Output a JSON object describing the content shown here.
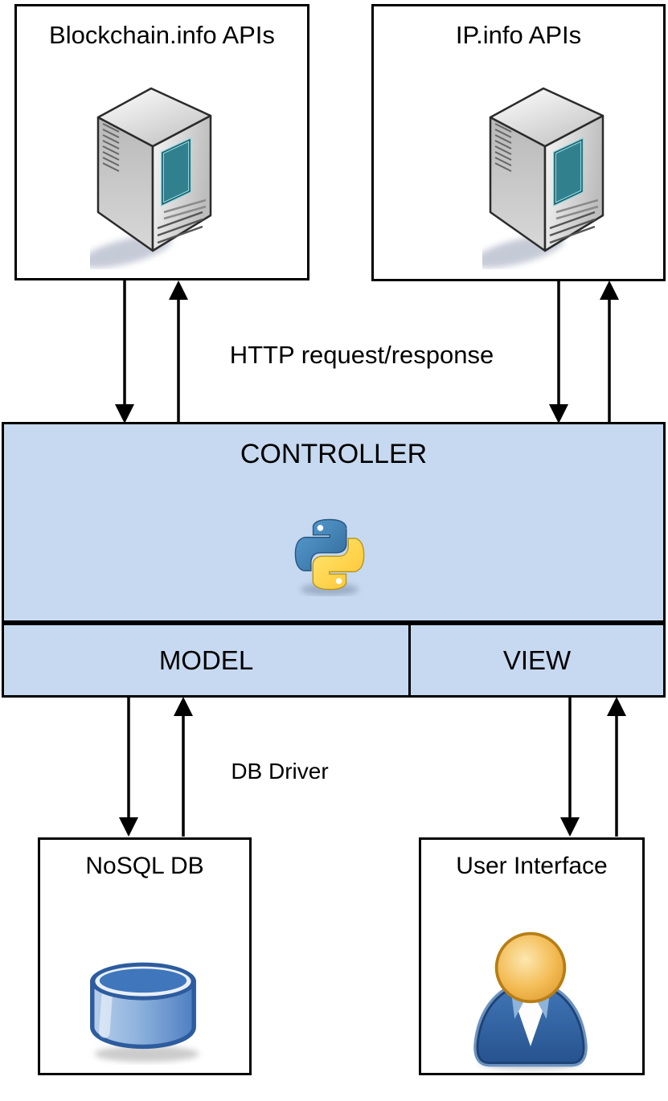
{
  "diagram": {
    "nodes": {
      "blockchain_api": {
        "label": "Blockchain.info APIs",
        "icon": "server-icon"
      },
      "ip_api": {
        "label": "IP.info APIs",
        "icon": "server-icon"
      },
      "controller": {
        "label": "CONTROLLER",
        "icon": "python-logo-icon"
      },
      "model": {
        "label": "MODEL"
      },
      "view": {
        "label": "VIEW"
      },
      "nosql_db": {
        "label": "NoSQL DB",
        "icon": "database-icon"
      },
      "user_interface": {
        "label": "User Interface",
        "icon": "user-icon"
      }
    },
    "edges": {
      "http_label": "HTTP request/response",
      "db_driver_label": "DB Driver"
    },
    "colors": {
      "panel_fill": "#c6d9f0",
      "outline": "#000000",
      "arrow": "#000000",
      "python_blue": "#387eb8",
      "python_yellow": "#ffd43b",
      "database_blue": "#4e7fc1",
      "head_orange": "#e8a33d",
      "suit_blue": "#2f5f9e",
      "screen_teal": "#31808d"
    }
  }
}
